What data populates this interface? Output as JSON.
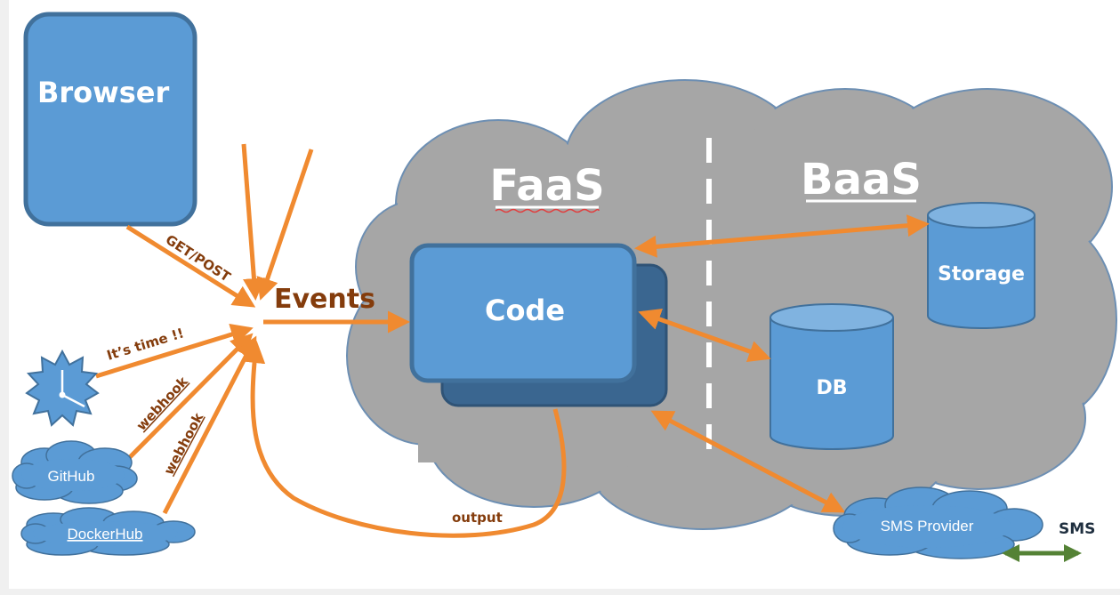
{
  "labels": {
    "browser": "Browser",
    "faas": "FaaS",
    "baas": "BaaS",
    "code": "Code",
    "events": "Events",
    "storage": "Storage",
    "db": "DB",
    "github": "GitHub",
    "dockerhub": "DockerHub",
    "sms_provider": "SMS Provider",
    "sms": "SMS",
    "get_post": "GET/POST",
    "its_time": "It’s time !!",
    "webhook_github": "webhook",
    "webhook_dockerhub": "webhook",
    "output": "output"
  },
  "colors": {
    "box_blue": "#5b9bd5",
    "box_border": "#41719c",
    "code_shadow": "#3a6690",
    "cloud_gray": "#a6a6a6",
    "cloud_border": "#6d8fb3",
    "arrow_orange": "#f08a30",
    "label_brown": "#843c0c",
    "sms_green": "#548235"
  },
  "icons": {
    "clock": "clock-burst-icon"
  }
}
